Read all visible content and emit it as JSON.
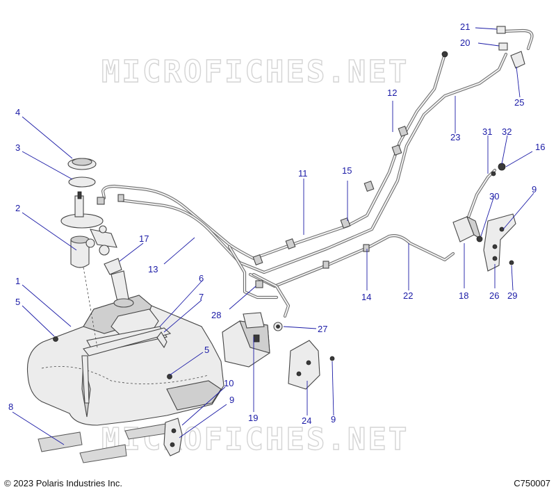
{
  "watermark": "MICROFICHES.NET",
  "copyright": "© 2023 Polaris Industries Inc.",
  "diagram_id": "C750007",
  "callouts": {
    "c1": "1",
    "c2": "2",
    "c3": "3",
    "c4": "4",
    "c5a": "5",
    "c5b": "5",
    "c6": "6",
    "c7": "7",
    "c8": "8",
    "c9a": "9",
    "c9b": "9",
    "c9c": "9",
    "c10": "10",
    "c11": "11",
    "c12": "12",
    "c13": "13",
    "c14": "14",
    "c15": "15",
    "c16": "16",
    "c17": "17",
    "c18": "18",
    "c19": "19",
    "c20": "20",
    "c21": "21",
    "c22": "22",
    "c23": "23",
    "c24": "24",
    "c25": "25",
    "c26": "26",
    "c27": "27",
    "c28": "28",
    "c29": "29",
    "c30": "30",
    "c31": "31",
    "c32": "32"
  },
  "colors": {
    "callout": "#1a1aa6",
    "line": "#444444",
    "watermark": "#d4d4d4"
  }
}
